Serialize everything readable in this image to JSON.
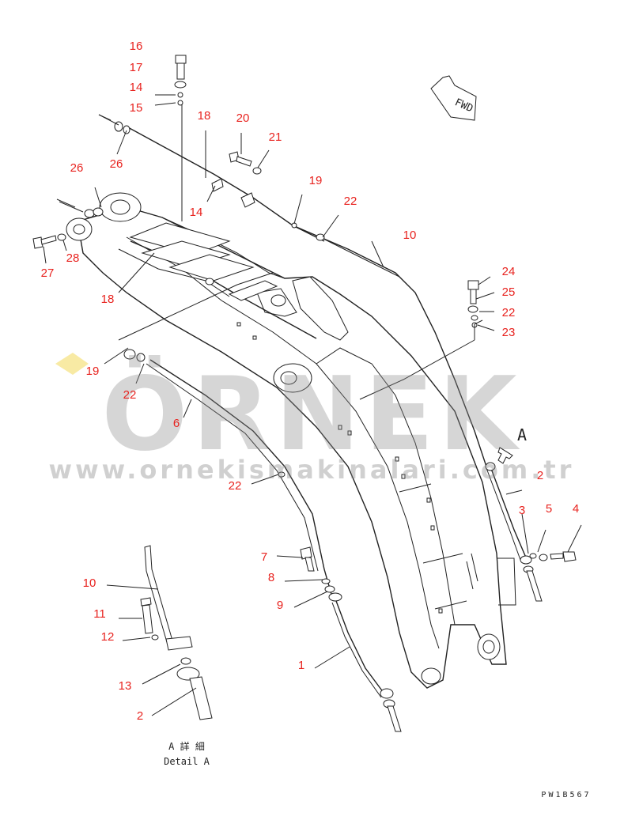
{
  "drawing_code": "PW1B567",
  "direction_label": "FWD",
  "detail_title": "A 詳 細",
  "detail_subtitle": "Detail A",
  "detail_marker": "A",
  "watermark": {
    "brand": "ÖRNEK",
    "url": "www.ornekismakinalari.com.tr"
  },
  "callouts": [
    {
      "id": "c16a",
      "text": "16"
    },
    {
      "id": "c17a",
      "text": "17"
    },
    {
      "id": "c14a",
      "text": "14"
    },
    {
      "id": "c15a",
      "text": "15"
    },
    {
      "id": "c18a",
      "text": "18"
    },
    {
      "id": "c20a",
      "text": "20"
    },
    {
      "id": "c21a",
      "text": "21"
    },
    {
      "id": "c26a",
      "text": "26"
    },
    {
      "id": "c26b",
      "text": "26"
    },
    {
      "id": "c14b",
      "text": "14"
    },
    {
      "id": "c19a",
      "text": "19"
    },
    {
      "id": "c22a",
      "text": "22"
    },
    {
      "id": "c10a",
      "text": "10"
    },
    {
      "id": "c27a",
      "text": "27"
    },
    {
      "id": "c28a",
      "text": "28"
    },
    {
      "id": "c18b",
      "text": "18"
    },
    {
      "id": "c24a",
      "text": "24"
    },
    {
      "id": "c25a",
      "text": "25"
    },
    {
      "id": "c22b",
      "text": "22"
    },
    {
      "id": "c23a",
      "text": "23"
    },
    {
      "id": "c19b",
      "text": "19"
    },
    {
      "id": "c22c",
      "text": "22"
    },
    {
      "id": "c6a",
      "text": "6"
    },
    {
      "id": "c22d",
      "text": "22"
    },
    {
      "id": "c2a",
      "text": "2"
    },
    {
      "id": "c3a",
      "text": "3"
    },
    {
      "id": "c5a",
      "text": "5"
    },
    {
      "id": "c4a",
      "text": "4"
    },
    {
      "id": "c7a",
      "text": "7"
    },
    {
      "id": "c8a",
      "text": "8"
    },
    {
      "id": "c9a",
      "text": "9"
    },
    {
      "id": "c1a",
      "text": "1"
    },
    {
      "id": "c10b",
      "text": "10"
    },
    {
      "id": "c11a",
      "text": "11"
    },
    {
      "id": "c12a",
      "text": "12"
    },
    {
      "id": "c13a",
      "text": "13"
    },
    {
      "id": "c2b",
      "text": "2"
    }
  ]
}
